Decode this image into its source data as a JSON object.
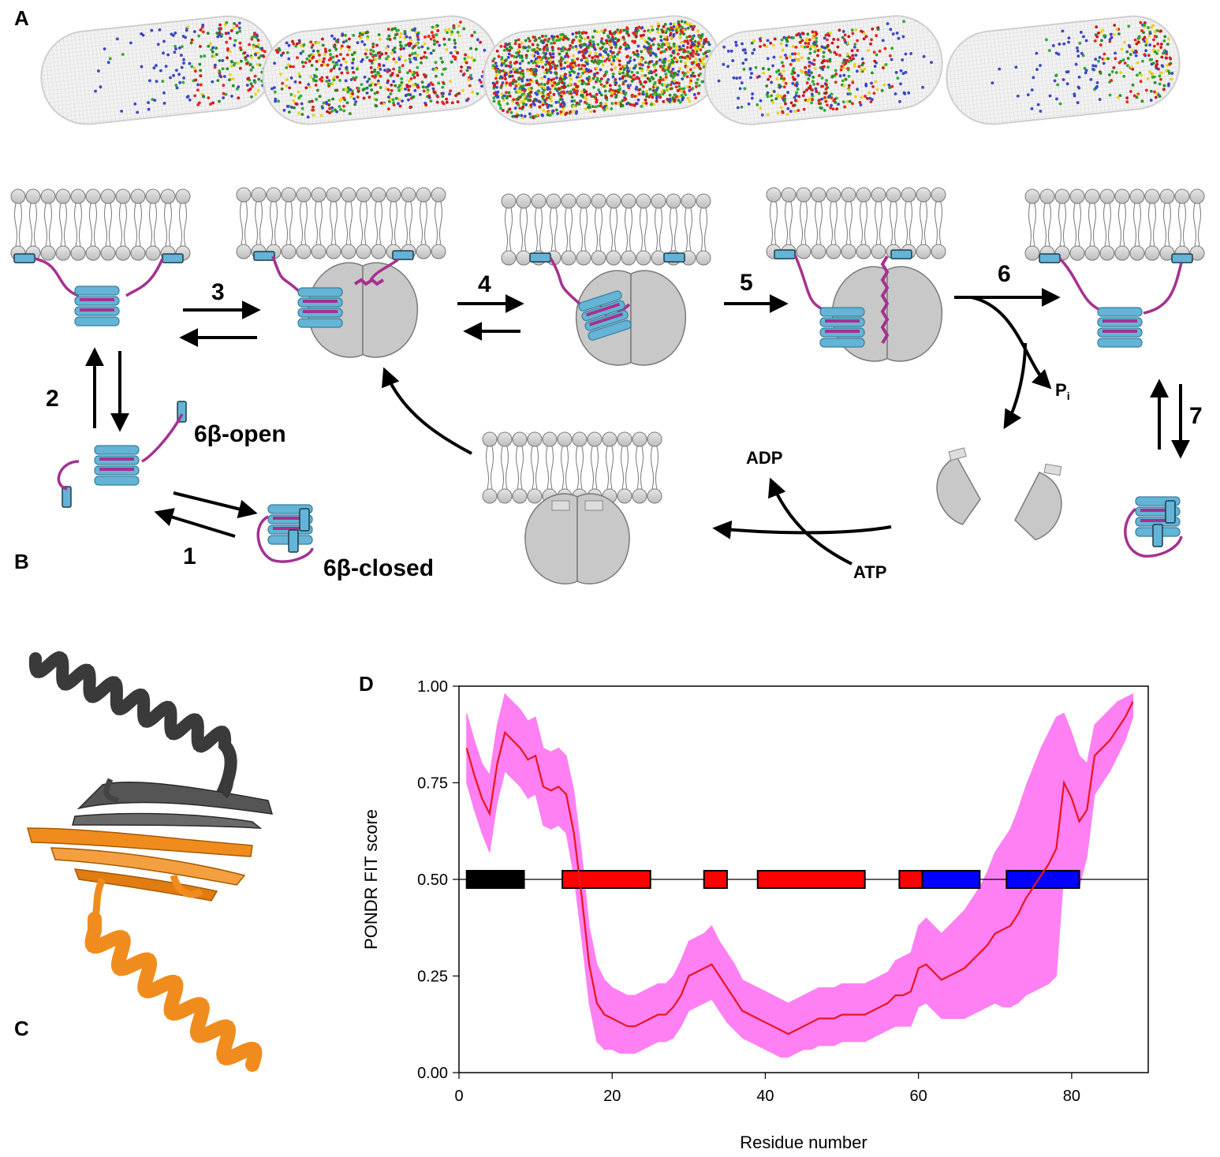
{
  "panels": {
    "a": "A",
    "b": "B",
    "c": "C",
    "d": "D"
  },
  "cells": [
    {
      "fill": "right"
    },
    {
      "fill": "left-mid"
    },
    {
      "fill": "full"
    },
    {
      "fill": "mid"
    },
    {
      "fill": "right"
    }
  ],
  "pathway": {
    "steps": [
      "1",
      "2",
      "3",
      "4",
      "5",
      "6",
      "7"
    ],
    "open_label": "6β-open",
    "closed_label": "6β-closed",
    "pi_label": "P",
    "pi_sub": "i",
    "adp_label": "ADP",
    "atp_label": "ATP"
  },
  "colors": {
    "helix_dark": "#3a3a3a",
    "helix_orange": "#f08c1e",
    "line": "#e8161c",
    "band": "#ff80f2",
    "segment_black": "#000000",
    "segment_red": "#ff0000",
    "segment_blue": "#0000ff",
    "protein_cyan": "#63b4d6",
    "linker_magenta": "#a5318f"
  },
  "chart_data": {
    "type": "line",
    "xlabel": "Residue number",
    "ylabel": "PONDR FIT score",
    "xlim": [
      0,
      90
    ],
    "ylim": [
      0,
      1
    ],
    "xticks": [
      "0",
      "20",
      "40",
      "60",
      "80"
    ],
    "yticks": [
      "0.00",
      "0.25",
      "0.50",
      "0.75",
      "1.00"
    ],
    "threshold": 0.5,
    "series": [
      {
        "x": [
          1,
          2,
          3,
          4,
          5,
          6,
          7,
          8,
          9,
          10,
          11,
          12,
          13,
          14,
          15,
          16,
          17,
          18,
          19,
          20,
          21,
          22,
          23,
          24,
          25,
          26,
          27,
          28,
          29,
          30,
          31,
          32,
          33,
          34,
          35,
          36,
          37,
          38,
          39,
          40,
          41,
          42,
          43,
          44,
          45,
          46,
          47,
          48,
          49,
          50,
          51,
          52,
          53,
          54,
          55,
          56,
          57,
          58,
          59,
          60,
          61,
          62,
          63,
          64,
          65,
          66,
          67,
          68,
          69,
          70,
          71,
          72,
          73,
          74,
          75,
          76,
          77,
          78,
          79,
          80,
          81,
          82,
          83,
          84,
          85,
          86,
          87,
          88
        ],
        "y": [
          0.84,
          0.77,
          0.71,
          0.67,
          0.8,
          0.88,
          0.86,
          0.84,
          0.81,
          0.82,
          0.74,
          0.73,
          0.74,
          0.72,
          0.62,
          0.46,
          0.28,
          0.18,
          0.15,
          0.14,
          0.13,
          0.12,
          0.12,
          0.13,
          0.14,
          0.15,
          0.15,
          0.17,
          0.2,
          0.25,
          0.26,
          0.27,
          0.28,
          0.25,
          0.22,
          0.19,
          0.16,
          0.15,
          0.14,
          0.13,
          0.12,
          0.11,
          0.1,
          0.11,
          0.12,
          0.13,
          0.14,
          0.14,
          0.14,
          0.15,
          0.15,
          0.15,
          0.15,
          0.16,
          0.17,
          0.18,
          0.2,
          0.2,
          0.21,
          0.27,
          0.28,
          0.26,
          0.24,
          0.25,
          0.26,
          0.27,
          0.29,
          0.31,
          0.33,
          0.36,
          0.37,
          0.38,
          0.41,
          0.45,
          0.48,
          0.51,
          0.54,
          0.58,
          0.75,
          0.71,
          0.65,
          0.68,
          0.82,
          0.84,
          0.86,
          0.89,
          0.92,
          0.96
        ]
      }
    ],
    "band_upper": [
      0.93,
      0.86,
      0.8,
      0.77,
      0.9,
      0.98,
      0.96,
      0.94,
      0.91,
      0.92,
      0.84,
      0.83,
      0.84,
      0.82,
      0.73,
      0.57,
      0.38,
      0.28,
      0.24,
      0.22,
      0.21,
      0.2,
      0.2,
      0.21,
      0.22,
      0.23,
      0.23,
      0.25,
      0.29,
      0.34,
      0.35,
      0.36,
      0.38,
      0.34,
      0.31,
      0.28,
      0.24,
      0.23,
      0.22,
      0.21,
      0.2,
      0.19,
      0.18,
      0.19,
      0.2,
      0.21,
      0.22,
      0.22,
      0.22,
      0.23,
      0.23,
      0.23,
      0.23,
      0.24,
      0.25,
      0.26,
      0.29,
      0.3,
      0.31,
      0.38,
      0.4,
      0.38,
      0.36,
      0.38,
      0.4,
      0.42,
      0.45,
      0.48,
      0.52,
      0.57,
      0.6,
      0.63,
      0.68,
      0.74,
      0.79,
      0.84,
      0.88,
      0.92,
      0.93,
      0.88,
      0.82,
      0.8,
      0.9,
      0.92,
      0.94,
      0.96,
      0.97,
      0.98
    ],
    "band_lower": [
      0.75,
      0.68,
      0.62,
      0.57,
      0.7,
      0.78,
      0.76,
      0.74,
      0.71,
      0.72,
      0.64,
      0.63,
      0.64,
      0.62,
      0.51,
      0.35,
      0.18,
      0.08,
      0.06,
      0.06,
      0.05,
      0.05,
      0.05,
      0.06,
      0.07,
      0.08,
      0.08,
      0.09,
      0.12,
      0.16,
      0.17,
      0.18,
      0.19,
      0.16,
      0.13,
      0.11,
      0.09,
      0.08,
      0.07,
      0.06,
      0.05,
      0.04,
      0.04,
      0.05,
      0.06,
      0.06,
      0.07,
      0.07,
      0.07,
      0.08,
      0.08,
      0.08,
      0.08,
      0.09,
      0.1,
      0.11,
      0.12,
      0.12,
      0.12,
      0.17,
      0.18,
      0.16,
      0.14,
      0.14,
      0.14,
      0.14,
      0.15,
      0.16,
      0.17,
      0.18,
      0.17,
      0.17,
      0.18,
      0.2,
      0.21,
      0.22,
      0.23,
      0.25,
      0.52,
      0.52,
      0.48,
      0.56,
      0.72,
      0.75,
      0.78,
      0.82,
      0.86,
      0.92
    ],
    "segments": [
      {
        "start": 1,
        "end": 8.5,
        "color": "black"
      },
      {
        "start": 13.5,
        "end": 25,
        "color": "red"
      },
      {
        "start": 32,
        "end": 35,
        "color": "red"
      },
      {
        "start": 39,
        "end": 53,
        "color": "red"
      },
      {
        "start": 57.5,
        "end": 60.5,
        "color": "red"
      },
      {
        "start": 60.5,
        "end": 68,
        "color": "blue"
      },
      {
        "start": 71.5,
        "end": 81,
        "color": "blue"
      }
    ]
  }
}
